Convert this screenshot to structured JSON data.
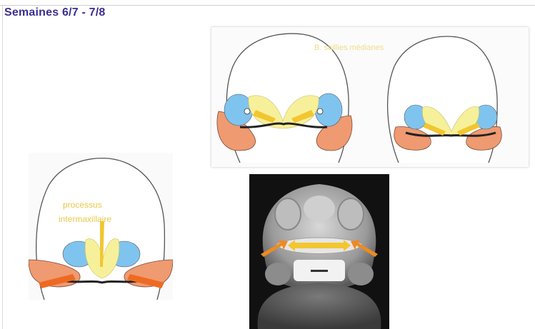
{
  "slide": {
    "title": "Semaines 6/7 - 7/8"
  },
  "labels": {
    "top_panel": "B. saillies médianes",
    "left_panel_line1": "processus",
    "left_panel_line2": "intermaxillaire"
  },
  "colors": {
    "title": "#3b2f8f",
    "label_yellow": "#e8c84a",
    "maxillary_blue": "#7fc4ee",
    "medial_yellow": "#f7f09a",
    "mandible_orange": "#ef9a70",
    "arrow_yellow": "#f2c630",
    "arrow_orange": "#ee8a22"
  },
  "icons": {
    "top_left_head": "frontal-face-diagram",
    "top_right_head": "frontal-face-diagram",
    "left_head": "frontal-face-diagram",
    "sem_image": "embryo-face-sem-photo"
  }
}
